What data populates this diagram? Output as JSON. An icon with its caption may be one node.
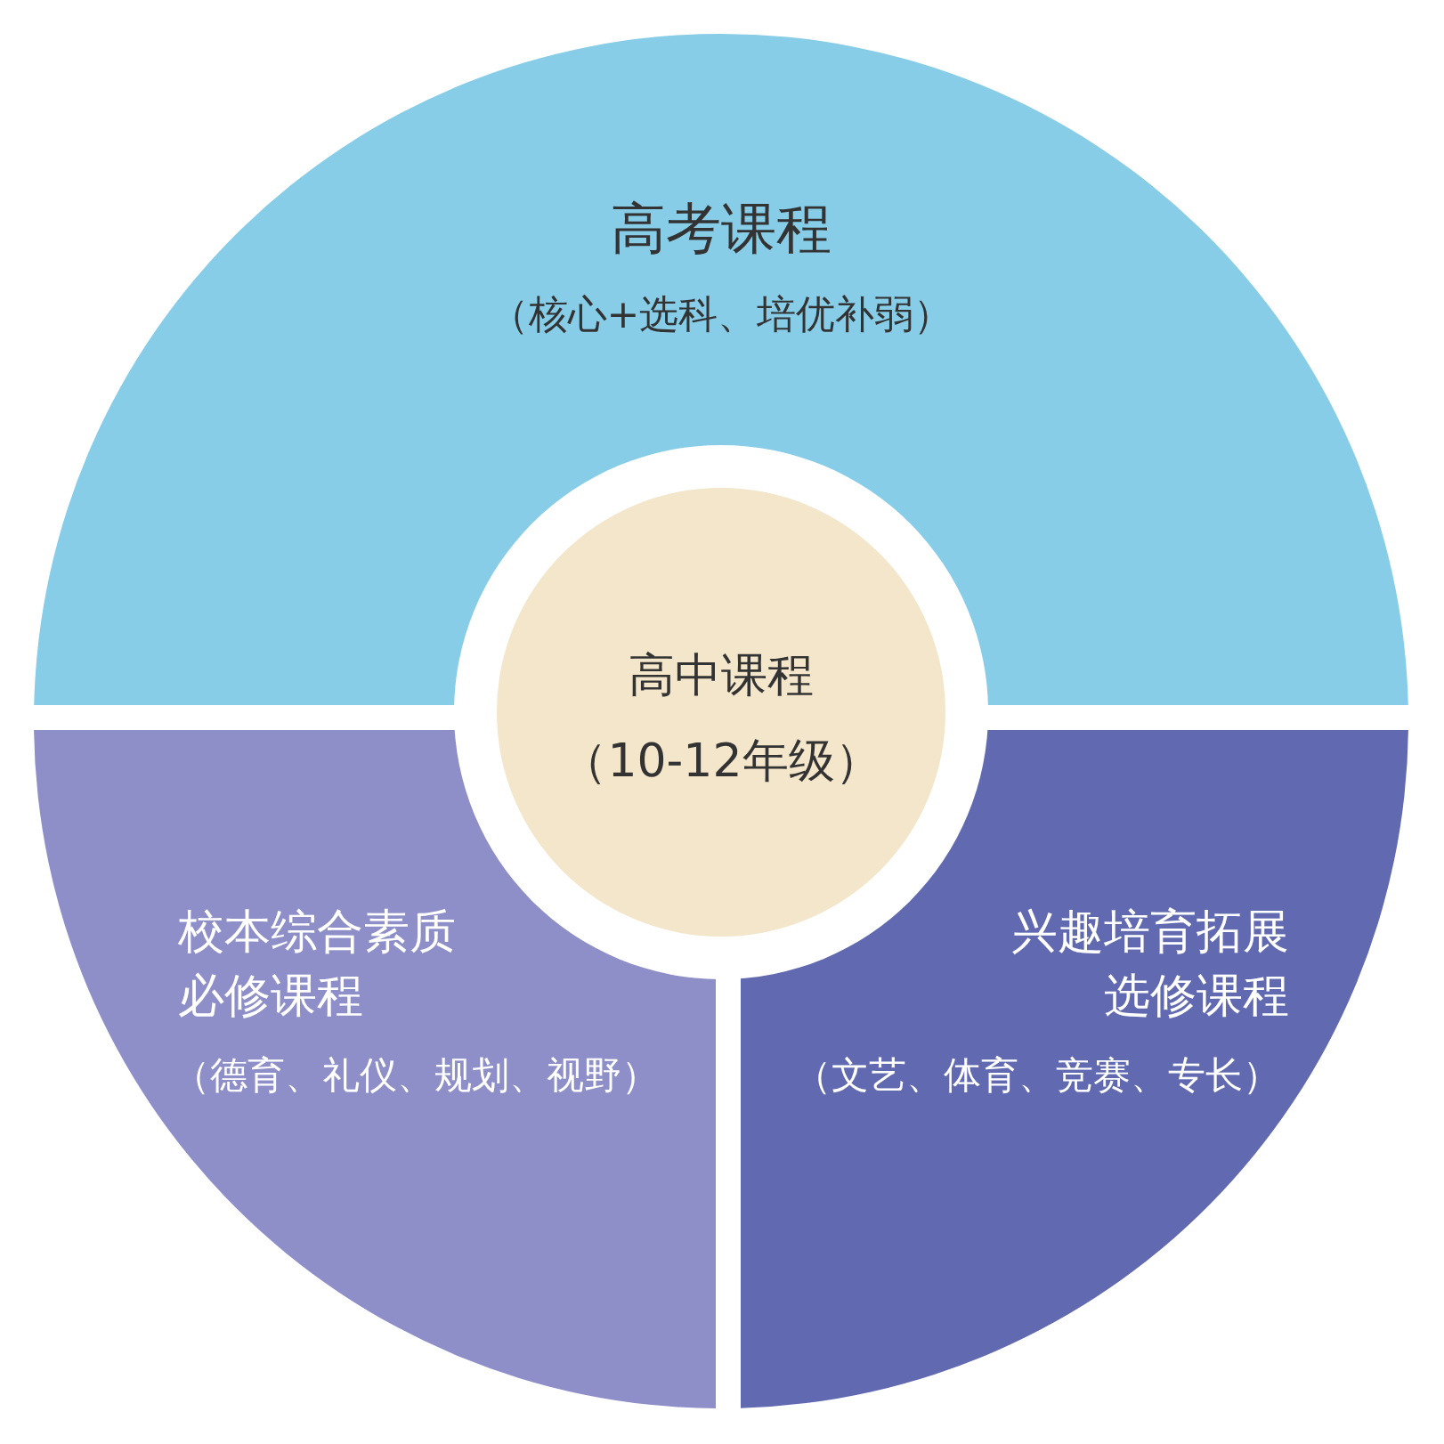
{
  "diagram": {
    "nodes": [
      {
        "text": [
          "高考课程",
          "（核心+选科、培优补弱）"
        ]
      },
      {
        "text": [
          "高中课程",
          "（10-12年级）"
        ]
      },
      {
        "text": [
          "校本综合素质必修课程",
          "（德育、礼仪、规划、视野）"
        ]
      },
      {
        "text": [
          "兴趣培育拓展选修课程",
          "（文艺、体育、竞赛、专长）"
        ]
      }
    ]
  }
}
